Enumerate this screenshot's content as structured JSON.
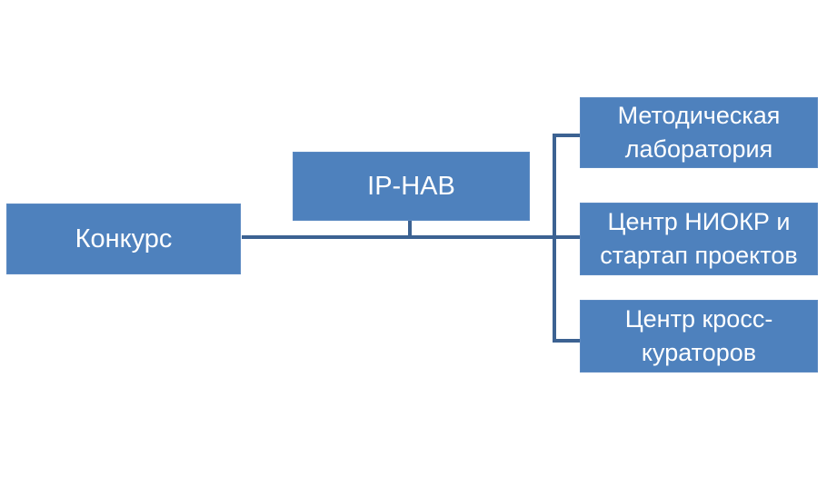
{
  "diagram": {
    "colors": {
      "box_fill": "#4E81BD",
      "box_border": "#5C8AC2",
      "connector_line": "#3C6292",
      "text": "#FFFFFF",
      "background": "#FFFFFF"
    },
    "nodes": {
      "konkurs": {
        "label": "Конкурс"
      },
      "iphab": {
        "label": "IP-HAB"
      },
      "branch1": {
        "line1": "Методическая",
        "line2": "лаборатория"
      },
      "branch2": {
        "line1": "Центр НИОКР и",
        "line2": "стартап проектов"
      },
      "branch3": {
        "line1": "Центр кросс-",
        "line2": "кураторов"
      }
    }
  }
}
